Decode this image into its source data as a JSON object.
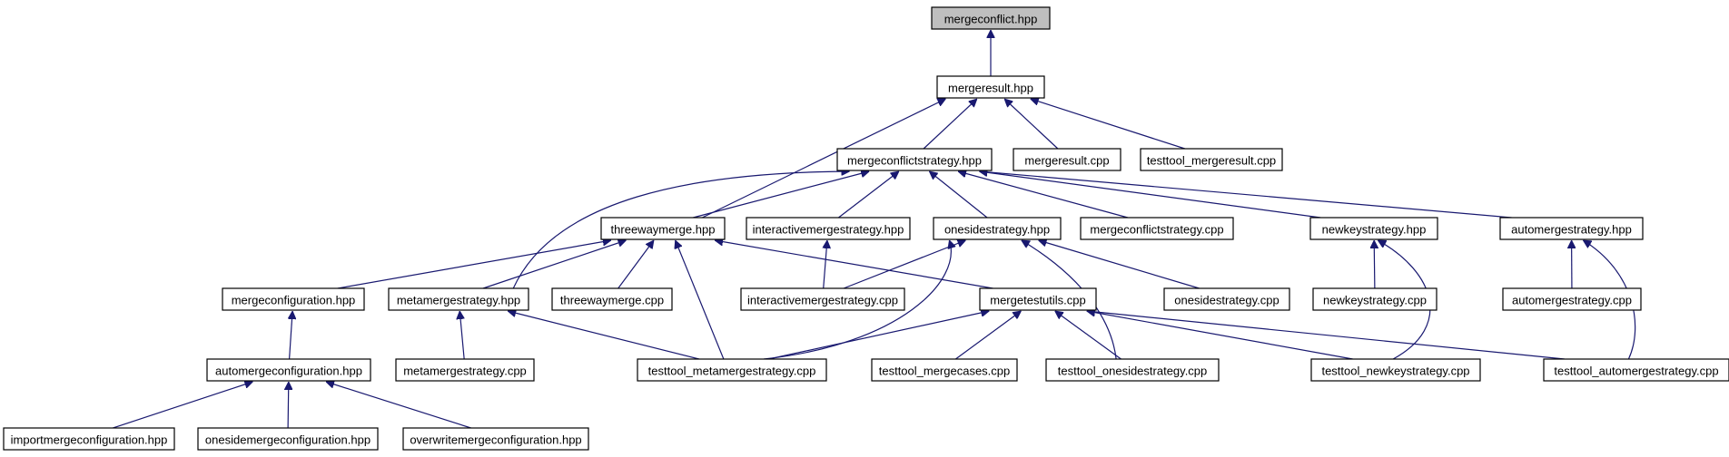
{
  "diagram": {
    "colors": {
      "edge": "#191970",
      "root_fill": "#bfbfbf",
      "node_fill": "#ffffff",
      "border": "#000000"
    },
    "nodes": [
      {
        "id": "mergeconflict_hpp",
        "label": "mergeconflict.hpp",
        "root": true
      },
      {
        "id": "mergeresult_hpp",
        "label": "mergeresult.hpp"
      },
      {
        "id": "mergeconflictstrategy_hpp",
        "label": "mergeconflictstrategy.hpp"
      },
      {
        "id": "mergeresult_cpp",
        "label": "mergeresult.cpp"
      },
      {
        "id": "testtool_mergeresult_cpp",
        "label": "testtool_mergeresult.cpp"
      },
      {
        "id": "threewaymerge_hpp",
        "label": "threewaymerge.hpp"
      },
      {
        "id": "interactivemergestrategy_hpp",
        "label": "interactivemergestrategy.hpp"
      },
      {
        "id": "onesidestrategy_hpp",
        "label": "onesidestrategy.hpp"
      },
      {
        "id": "mergeconflictstrategy_cpp",
        "label": "mergeconflictstrategy.cpp"
      },
      {
        "id": "newkeystrategy_hpp",
        "label": "newkeystrategy.hpp"
      },
      {
        "id": "automergestrategy_hpp",
        "label": "automergestrategy.hpp"
      },
      {
        "id": "mergeconfiguration_hpp",
        "label": "mergeconfiguration.hpp"
      },
      {
        "id": "metamergestrategy_hpp",
        "label": "metamergestrategy.hpp"
      },
      {
        "id": "threewaymerge_cpp",
        "label": "threewaymerge.cpp"
      },
      {
        "id": "interactivemergestrategy_cpp",
        "label": "interactivemergestrategy.cpp"
      },
      {
        "id": "mergetestutils_cpp",
        "label": "mergetestutils.cpp"
      },
      {
        "id": "onesidestrategy_cpp",
        "label": "onesidestrategy.cpp"
      },
      {
        "id": "newkeystrategy_cpp",
        "label": "newkeystrategy.cpp"
      },
      {
        "id": "automergestrategy_cpp",
        "label": "automergestrategy.cpp"
      },
      {
        "id": "automergeconfiguration_hpp",
        "label": "automergeconfiguration.hpp"
      },
      {
        "id": "metamergestrategy_cpp",
        "label": "metamergestrategy.cpp"
      },
      {
        "id": "testtool_metamergestrategy_cpp",
        "label": "testtool_metamergestrategy.cpp"
      },
      {
        "id": "testtool_mergecases_cpp",
        "label": "testtool_mergecases.cpp"
      },
      {
        "id": "testtool_onesidestrategy_cpp",
        "label": "testtool_onesidestrategy.cpp"
      },
      {
        "id": "testtool_newkeystrategy_cpp",
        "label": "testtool_newkeystrategy.cpp"
      },
      {
        "id": "testtool_automergestrategy_cpp",
        "label": "testtool_automergestrategy.cpp"
      },
      {
        "id": "importmergeconfiguration_hpp",
        "label": "importmergeconfiguration.hpp"
      },
      {
        "id": "onesidemergeconfiguration_hpp",
        "label": "onesidemergeconfiguration.hpp"
      },
      {
        "id": "overwritemergeconfiguration_hpp",
        "label": "overwritemergeconfiguration.hpp"
      }
    ],
    "edges": [
      {
        "from": "mergeresult_hpp",
        "to": "mergeconflict_hpp"
      },
      {
        "from": "mergeconflictstrategy_hpp",
        "to": "mergeresult_hpp"
      },
      {
        "from": "threewaymerge_hpp",
        "to": "mergeresult_hpp"
      },
      {
        "from": "mergeresult_cpp",
        "to": "mergeresult_hpp"
      },
      {
        "from": "testtool_mergeresult_cpp",
        "to": "mergeresult_hpp"
      },
      {
        "from": "threewaymerge_hpp",
        "to": "mergeconflictstrategy_hpp"
      },
      {
        "from": "interactivemergestrategy_hpp",
        "to": "mergeconflictstrategy_hpp"
      },
      {
        "from": "onesidestrategy_hpp",
        "to": "mergeconflictstrategy_hpp"
      },
      {
        "from": "mergeconflictstrategy_cpp",
        "to": "mergeconflictstrategy_hpp"
      },
      {
        "from": "newkeystrategy_hpp",
        "to": "mergeconflictstrategy_hpp"
      },
      {
        "from": "automergestrategy_hpp",
        "to": "mergeconflictstrategy_hpp"
      },
      {
        "from": "metamergestrategy_hpp",
        "to": "mergeconflictstrategy_hpp"
      },
      {
        "from": "mergeconfiguration_hpp",
        "to": "threewaymerge_hpp"
      },
      {
        "from": "metamergestrategy_hpp",
        "to": "threewaymerge_hpp"
      },
      {
        "from": "threewaymerge_cpp",
        "to": "threewaymerge_hpp"
      },
      {
        "from": "mergetestutils_cpp",
        "to": "threewaymerge_hpp"
      },
      {
        "from": "testtool_metamergestrategy_cpp",
        "to": "threewaymerge_hpp"
      },
      {
        "from": "interactivemergestrategy_cpp",
        "to": "interactivemergestrategy_hpp"
      },
      {
        "from": "interactivemergestrategy_cpp",
        "to": "onesidestrategy_hpp"
      },
      {
        "from": "onesidestrategy_cpp",
        "to": "onesidestrategy_hpp"
      },
      {
        "from": "testtool_metamergestrategy_cpp",
        "to": "onesidestrategy_hpp"
      },
      {
        "from": "testtool_onesidestrategy_cpp",
        "to": "onesidestrategy_hpp"
      },
      {
        "from": "newkeystrategy_cpp",
        "to": "newkeystrategy_hpp"
      },
      {
        "from": "testtool_newkeystrategy_cpp",
        "to": "newkeystrategy_hpp"
      },
      {
        "from": "automergestrategy_cpp",
        "to": "automergestrategy_hpp"
      },
      {
        "from": "testtool_automergestrategy_cpp",
        "to": "automergestrategy_hpp"
      },
      {
        "from": "automergeconfiguration_hpp",
        "to": "mergeconfiguration_hpp"
      },
      {
        "from": "metamergestrategy_cpp",
        "to": "metamergestrategy_hpp"
      },
      {
        "from": "testtool_metamergestrategy_cpp",
        "to": "metamergestrategy_hpp"
      },
      {
        "from": "testtool_metamergestrategy_cpp",
        "to": "mergetestutils_cpp"
      },
      {
        "from": "testtool_mergecases_cpp",
        "to": "mergetestutils_cpp"
      },
      {
        "from": "testtool_onesidestrategy_cpp",
        "to": "mergetestutils_cpp"
      },
      {
        "from": "testtool_newkeystrategy_cpp",
        "to": "mergetestutils_cpp"
      },
      {
        "from": "testtool_automergestrategy_cpp",
        "to": "mergetestutils_cpp"
      },
      {
        "from": "importmergeconfiguration_hpp",
        "to": "automergeconfiguration_hpp"
      },
      {
        "from": "onesidemergeconfiguration_hpp",
        "to": "automergeconfiguration_hpp"
      },
      {
        "from": "overwritemergeconfiguration_hpp",
        "to": "automergeconfiguration_hpp"
      }
    ]
  }
}
